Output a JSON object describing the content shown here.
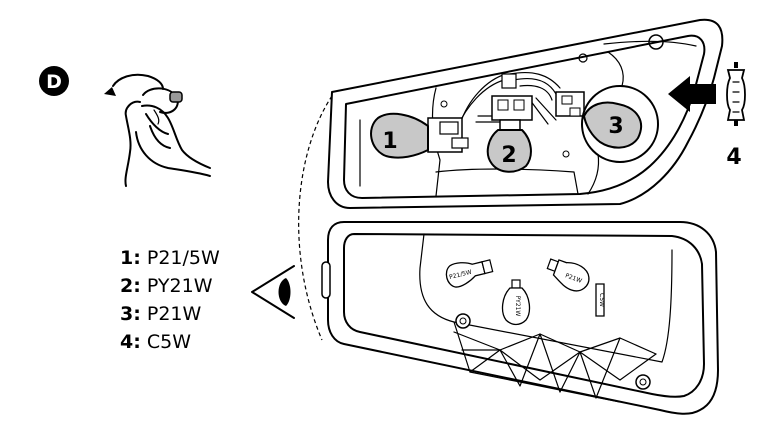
{
  "step_letter": "D",
  "callouts": {
    "bulb_1": "1",
    "bulb_2": "2",
    "bulb_3": "3",
    "bulb_4": "4"
  },
  "legend": [
    {
      "key": "1:",
      "value": "P21/5W"
    },
    {
      "key": "2:",
      "value": "PY21W"
    },
    {
      "key": "3:",
      "value": "P21W"
    },
    {
      "key": "4:",
      "value": "C5W"
    }
  ],
  "cover_labels": {
    "label_a": "P21/5W",
    "label_b": "PY21W",
    "label_c": "P21W",
    "label_d": "C5W"
  },
  "colors": {
    "ink": "#000000",
    "bulb_fill": "#c8c8c8",
    "background": "#ffffff"
  }
}
